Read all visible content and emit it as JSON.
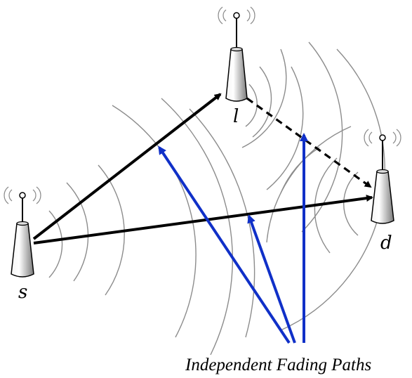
{
  "nodes": {
    "source": {
      "label": "s"
    },
    "relay": {
      "label": "l"
    },
    "destination": {
      "label": "d"
    }
  },
  "caption": "Independent Fading Paths",
  "colors": {
    "link_arrow": "#000000",
    "fading_arrow": "#1030c8",
    "wave_arcs": "#8c8c8c",
    "antenna_body_light": "#ffffff",
    "antenna_body_dark": "#7a7a7a"
  },
  "links": [
    {
      "from": "s",
      "to": "l",
      "style": "solid"
    },
    {
      "from": "l",
      "to": "d",
      "style": "dashed"
    },
    {
      "from": "s",
      "to": "d",
      "style": "solid"
    }
  ]
}
